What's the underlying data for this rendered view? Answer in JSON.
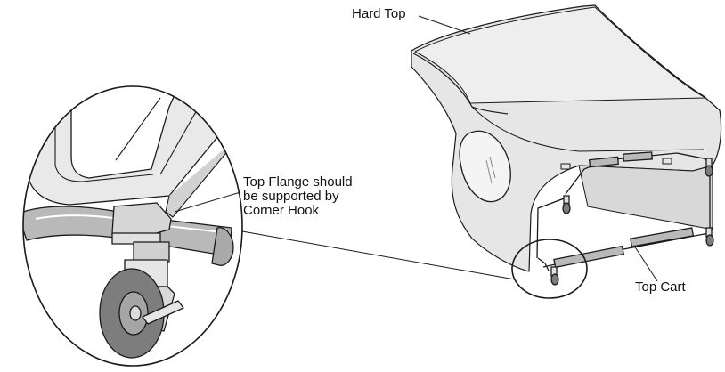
{
  "labels": {
    "hard_top": "Hard Top",
    "top_flange": [
      "Top Flange should",
      "be supported by",
      "Corner Hook"
    ],
    "top_cart": "Top Cart"
  },
  "colors": {
    "line": "#1a1a1a",
    "top_fill": "#e6e6e6",
    "top_shade": "#d2d2d2",
    "window": "#f4f4f4",
    "wheel": "#7d7d7d",
    "tube": "#b9b9b9"
  }
}
